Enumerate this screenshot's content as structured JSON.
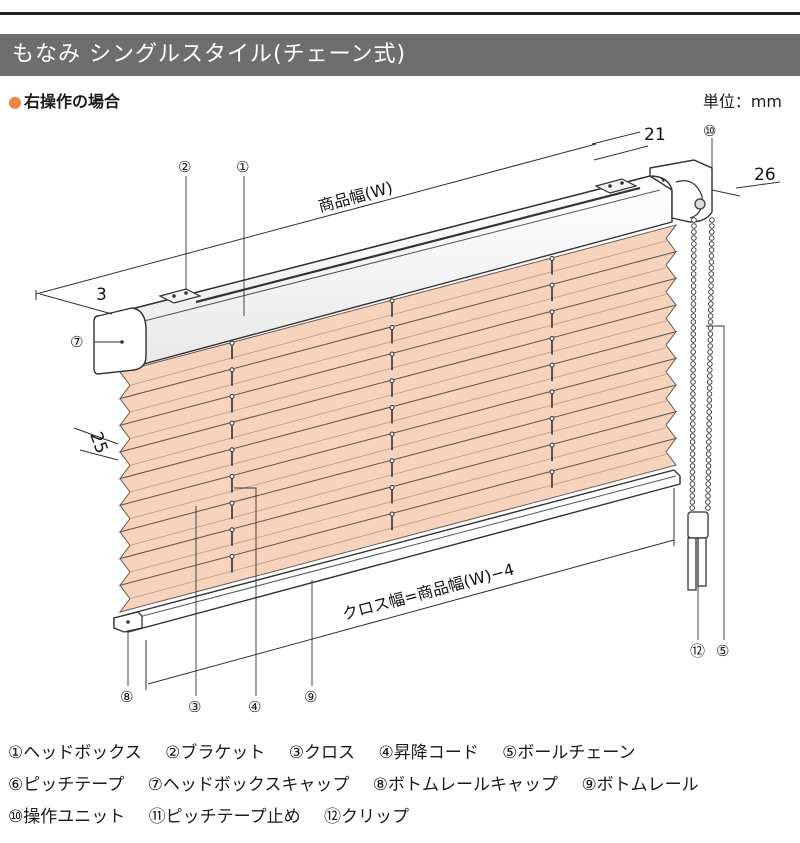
{
  "header": {
    "title": "もなみ シングルスタイル(チェーン式)",
    "subheading": "右操作の場合",
    "unit": "単位：mm"
  },
  "diagram": {
    "dim_width": "商品幅(W)",
    "dim_cloth": "クロス幅=商品幅(W)−4",
    "dim_21": "21",
    "dim_26": "26",
    "dim_3": "3",
    "dim_25": "25",
    "markers": {
      "m1": "①",
      "m2": "②",
      "m3": "③",
      "m4": "④",
      "m5": "⑤",
      "m7": "⑦",
      "m8": "⑧",
      "m9": "⑨",
      "m10": "⑩",
      "m12": "⑫"
    },
    "colors": {
      "cloth": "#f7d2bd",
      "cloth_edge": "#6a5a50",
      "rail": "#ffffff",
      "line": "#333333"
    }
  },
  "legend": {
    "row1": [
      "①ヘッドボックス",
      "②ブラケット",
      "③クロス",
      "④昇降コード",
      "⑤ボールチェーン"
    ],
    "row2": [
      "⑥ピッチテープ",
      "⑦ヘッドボックスキャップ",
      "⑧ボトムレールキャップ",
      "⑨ボトムレール"
    ],
    "row3": [
      "⑩操作ユニット",
      "⑪ピッチテープ止め",
      "⑫クリップ"
    ]
  }
}
